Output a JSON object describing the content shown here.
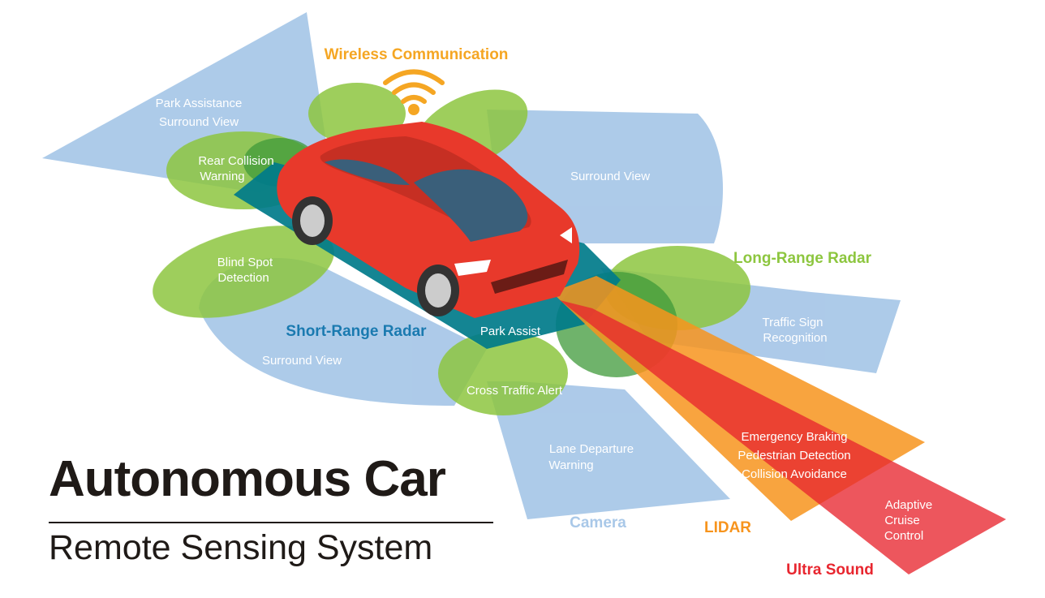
{
  "title": "Autonomous Car",
  "subtitle": "Remote Sensing System",
  "colors": {
    "camera": "#a9c8e8",
    "long_range_radar": "#8dc63f",
    "short_range_radar": "#007b8a",
    "lidar": "#f7941d",
    "ultra_sound": "#e8262f",
    "wireless": "#f5a623",
    "car": "#e8392b"
  },
  "categories": {
    "wireless": "Wireless Communication",
    "long_range_radar": "Long-Range Radar",
    "short_range_radar": "Short-Range Radar",
    "camera": "Camera",
    "lidar": "LIDAR",
    "ultra_sound": "Ultra Sound"
  },
  "zones": {
    "park_assistance": [
      "Park Assistance",
      "Surround View"
    ],
    "rear_collision": [
      "Rear Collision",
      "Warning"
    ],
    "surround_view_front": "Surround View",
    "blind_spot": [
      "Blind Spot",
      "Detection"
    ],
    "surround_view_rear": "Surround View",
    "park_assist": "Park Assist",
    "traffic_sign": [
      "Traffic Sign",
      "Recognition"
    ],
    "cross_traffic": "Cross Traffic Alert",
    "lane_departure": [
      "Lane Departure",
      "Warning"
    ],
    "emergency": [
      "Emergency Braking",
      "Pedestrian Detection",
      "Collision Avoidance"
    ],
    "adaptive": [
      "Adaptive",
      "Cruise",
      "Control"
    ]
  },
  "icons": [
    "wifi-icon",
    "car-illustration"
  ]
}
